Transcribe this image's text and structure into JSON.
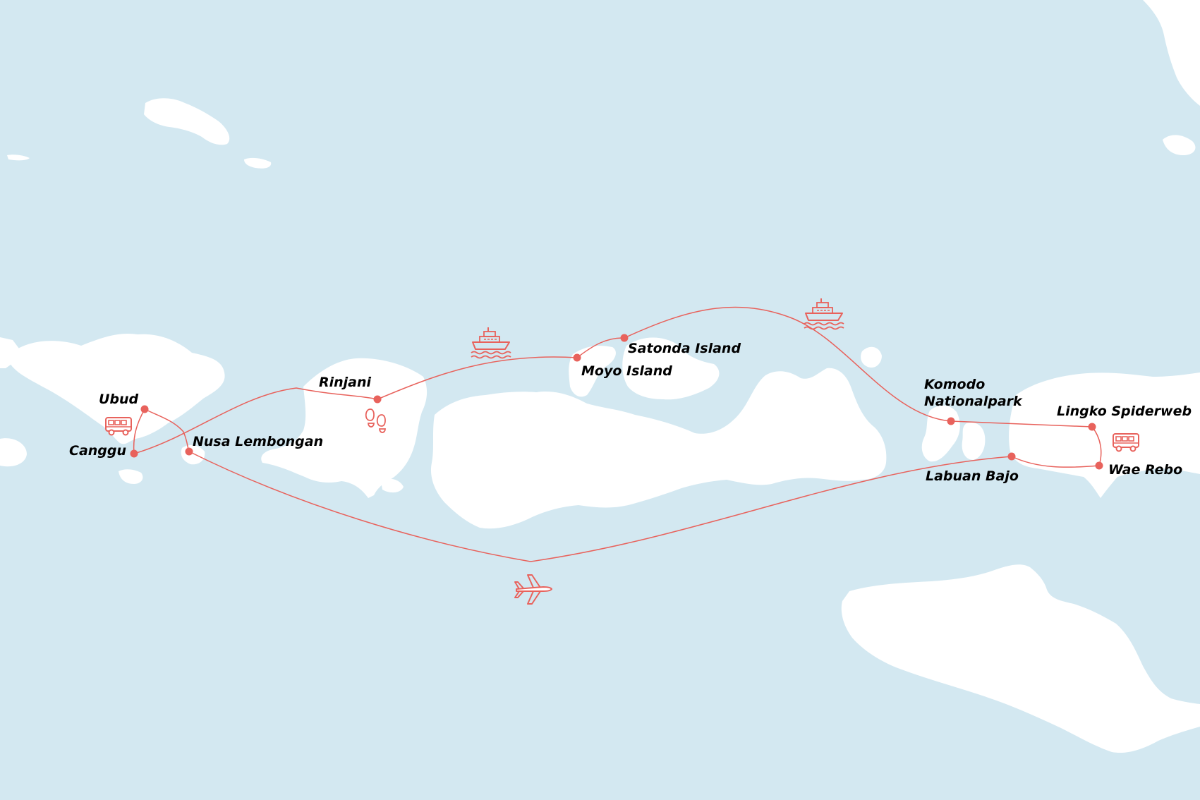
{
  "colors": {
    "sea": "#d3e8f1",
    "land": "#ffffff",
    "route": "#e8625c",
    "label": "#000000"
  },
  "stops": [
    {
      "id": "ubud",
      "label": "Ubud"
    },
    {
      "id": "canggu",
      "label": "Canggu"
    },
    {
      "id": "nusa-lembongan",
      "label": "Nusa Lembongan"
    },
    {
      "id": "rinjani",
      "label": "Rinjani"
    },
    {
      "id": "moyo-island",
      "label": "Moyo Island"
    },
    {
      "id": "satonda-island",
      "label": "Satonda Island"
    },
    {
      "id": "komodo-nationalpark",
      "label_line1": "Komodo",
      "label_line2": "Nationalpark"
    },
    {
      "id": "lingko-spiderweb",
      "label": "Lingko Spiderweb"
    },
    {
      "id": "wae-rebo",
      "label": "Wae Rebo"
    },
    {
      "id": "labuan-bajo",
      "label": "Labuan Bajo"
    }
  ],
  "transport_icons": [
    {
      "id": "bus-bali",
      "type": "bus-icon"
    },
    {
      "id": "hiking-rinjani",
      "type": "footprints-icon"
    },
    {
      "id": "ferry-lombok-sumbawa",
      "type": "ship-icon"
    },
    {
      "id": "ferry-sumbawa-komodo",
      "type": "ship-icon"
    },
    {
      "id": "bus-flores",
      "type": "bus-icon"
    },
    {
      "id": "flight-return",
      "type": "airplane-icon"
    }
  ]
}
